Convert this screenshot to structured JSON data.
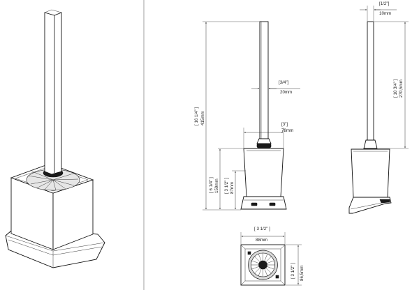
{
  "front_view": {
    "total_height_in": "[ 16 1/4\" ]",
    "total_height_mm": "415mm",
    "holder_height_in": "[ 6 1/4\" ]",
    "holder_height_mm": "159mm",
    "cup_height_in": "[ 3 1/2\" ]",
    "cup_height_mm": "87mm",
    "handle_width_in": "[3/4\"]",
    "handle_width_mm": "20mm",
    "knob_width_in": "[3\"]",
    "knob_width_mm": "78mm"
  },
  "side_view": {
    "depth_in": "[1/2\"]",
    "depth_mm": "10mm",
    "height_in": "[ 10 3/4\" ]",
    "height_mm": "270,5mm"
  },
  "top_view": {
    "width_in": "[ 3 1/2\" ]",
    "width_mm": "88mm",
    "depth_in": "[ 3 1/2\" ]",
    "depth_mm": "86,5mm"
  },
  "colors": {
    "line": "#111111",
    "background": "#ffffff",
    "divider": "#888888"
  }
}
